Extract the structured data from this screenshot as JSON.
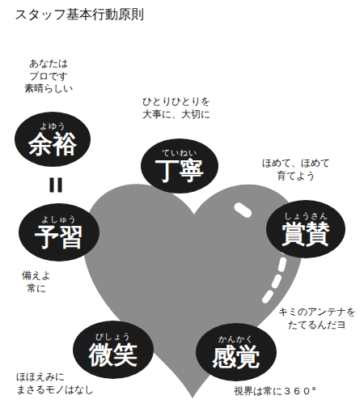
{
  "diagram": {
    "title": "スタッフ基本行動原則",
    "nodes": [
      {
        "text": [
          "よゆう",
          "余裕",
          "あなたは プロです 素晴らしい"
        ]
      },
      {
        "text": [
          "ていねい",
          "丁寧",
          "ひとりひとりを 大事に、大切に"
        ]
      },
      {
        "text": [
          "よしゅう",
          "予習",
          "備えよ 常に"
        ]
      },
      {
        "text": [
          "しょうさん",
          "賞賛",
          "ほめて、ほめて 育てよう"
        ]
      },
      {
        "text": [
          "びしょう",
          "微笑",
          "ほほえみに まさるモノはなし"
        ]
      },
      {
        "text": [
          "かんかく",
          "感覚",
          "キミのアンテナを たてるんだヨ",
          "視界は常に３６０°"
        ]
      }
    ],
    "edges": [
      {
        "from": 0,
        "to": 2,
        "arrow": "none"
      }
    ]
  }
}
